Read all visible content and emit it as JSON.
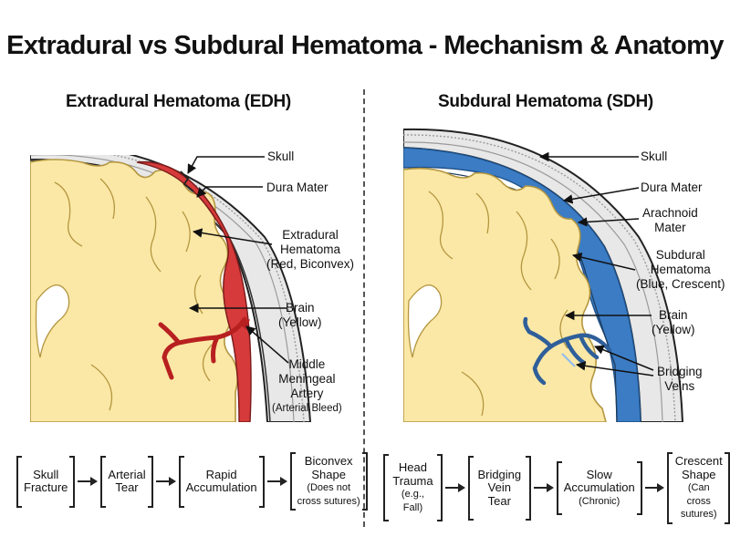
{
  "title": "Extradural vs Subdural Hematoma - Mechanism & Anatomy",
  "left": {
    "subtitle": "Extradural Hematoma (EDH)",
    "labels": {
      "skull": "Skull",
      "dura": "Dura Mater",
      "hematoma_1": "Extradural",
      "hematoma_2": "Hematoma",
      "hematoma_3": "(Red, Biconvex)",
      "brain_1": "Brain",
      "brain_2": "(Yellow)",
      "mma_1": "Middle",
      "mma_2": "Meningeal",
      "mma_3": "Artery",
      "mma_4": "(Arterial Bleed)"
    },
    "flow": [
      {
        "line1": "Skull",
        "line2": "Fracture"
      },
      {
        "line1": "Arterial",
        "line2": "Tear"
      },
      {
        "line1": "Rapid",
        "line2": "Accumulation"
      },
      {
        "line1": "Biconvex",
        "line2": "Shape",
        "line3": "(Does not",
        "line4": "cross sutures)"
      }
    ]
  },
  "right": {
    "subtitle": "Subdural Hematoma (SDH)",
    "labels": {
      "skull": "Skull",
      "dura": "Dura Mater",
      "arachnoid_1": "Arachnoid",
      "arachnoid_2": "Mater",
      "hematoma_1": "Subdural",
      "hematoma_2": "Hematoma",
      "hematoma_3": "(Blue, Crescent)",
      "brain_1": "Brain",
      "brain_2": "(Yellow)",
      "veins_1": "Bridging",
      "veins_2": "Veins"
    },
    "flow": [
      {
        "line1": "Head",
        "line2": "Trauma",
        "line3": "(e.g., Fall)"
      },
      {
        "line1": "Bridging",
        "line2": "Vein Tear"
      },
      {
        "line1": "Slow",
        "line2": "Accumulation",
        "line3": "(Chronic)"
      },
      {
        "line1": "Crescent",
        "line2": "Shape",
        "line3": "(Can cross",
        "line4": "sutures)"
      }
    ]
  },
  "colors": {
    "brain": "#fbe8a6",
    "brain_edge": "#c9ad55",
    "skull": "#d9d9d9",
    "extradural": "#d63a3a",
    "subdural": "#3b7cc4",
    "outline": "#222222"
  }
}
